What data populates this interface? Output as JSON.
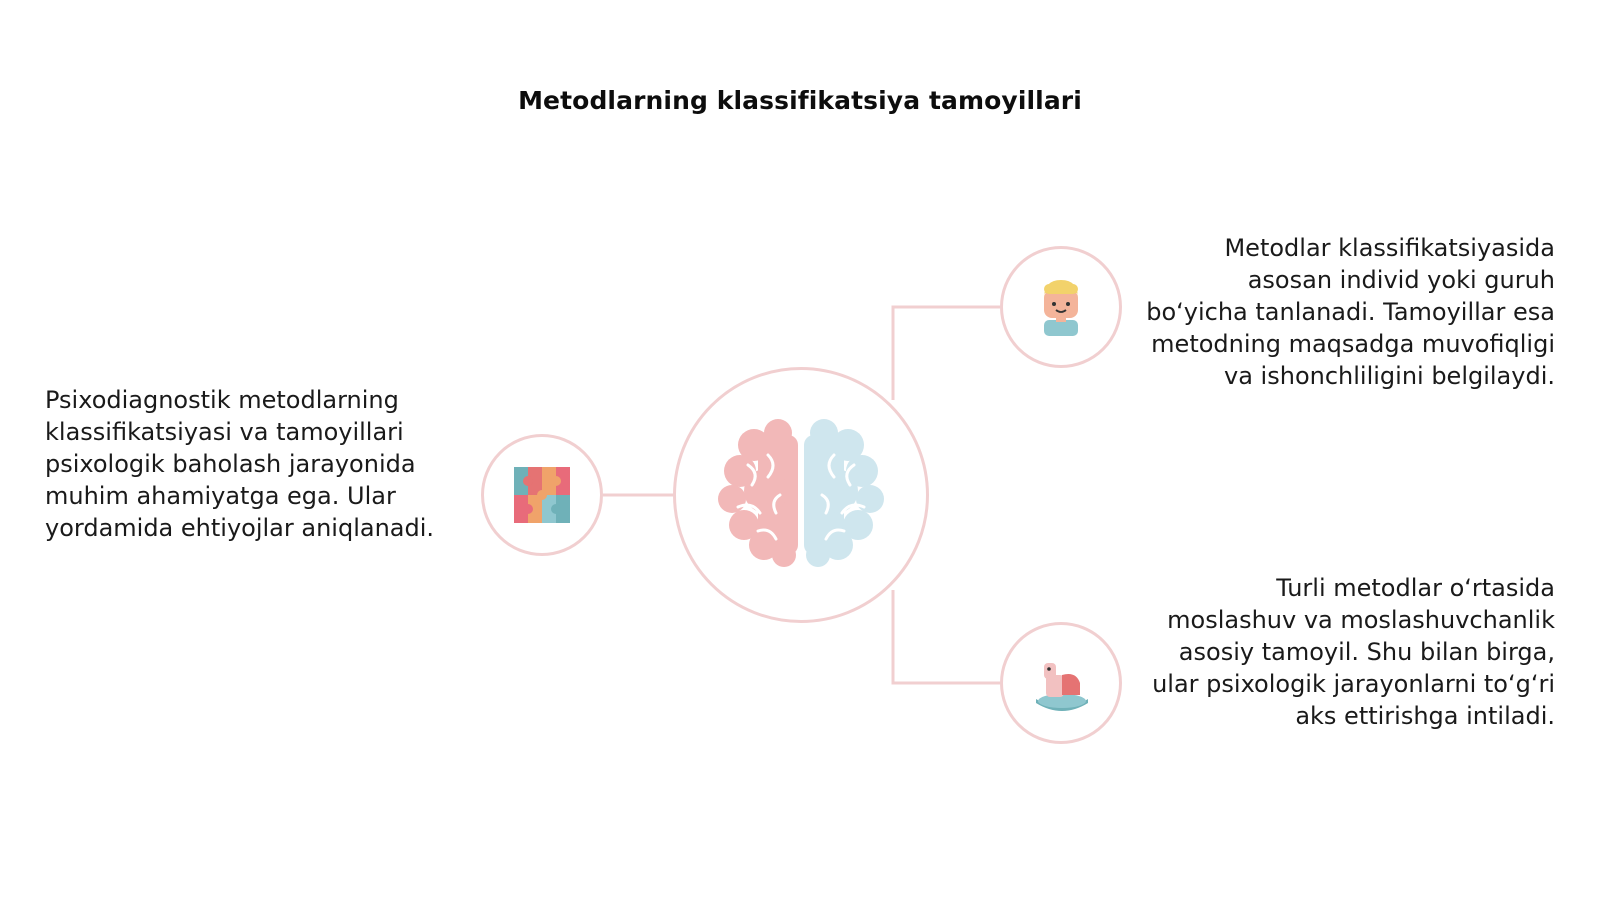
{
  "title": "Metodlarning klassifikatsiya tamoyillari",
  "left_text": "Psixodiagnostik metodlarning klassifikatsiyasi va tamoyillari psixologik baholash jarayonida muhim ahamiyatga ega. Ular yordamida ehtiyojlar aniqlanadi.",
  "top_right_text": "Metodlar klassifikatsiyasida asosan individ yoki guruh bo‘yicha tanlanadi. Tamoyillar esa metodning maqsadga muvofiqligi va ishonchliligini belgilaydi.",
  "bottom_right_text": "Turli metodlar o‘rtasida moslashuv va moslashuvchanlik asosiy tamoyil. Shu bilan birga, ular psixologik jarayonlarni to‘g‘ri aks ettirishga intiladi.",
  "icons": {
    "center": "brain-icon",
    "left": "puzzle-icon",
    "top": "person-icon",
    "bottom": "rocking-horse-icon"
  },
  "colors": {
    "connector": "#f1cfd0",
    "brain_left": "#f2b8b8",
    "brain_right": "#cfe6ee"
  }
}
